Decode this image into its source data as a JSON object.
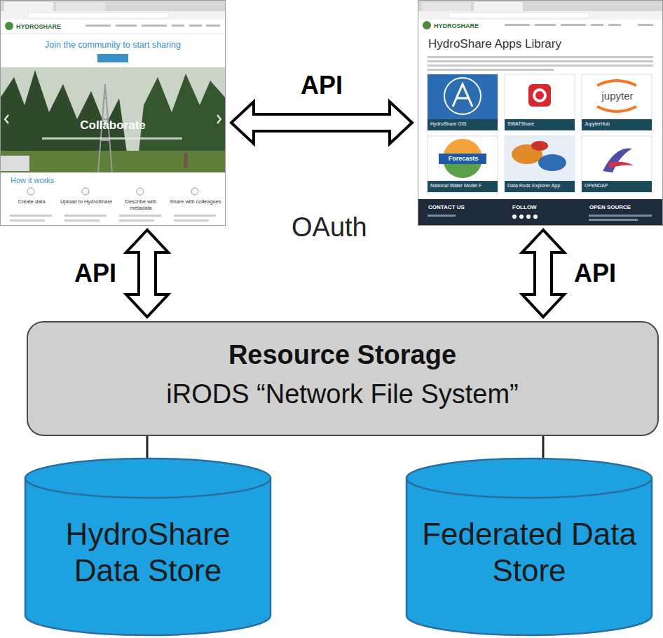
{
  "diagram": {
    "nodes": [
      {
        "text": [
          "HYDROSHARE",
          "Join the community to start sharing",
          "Collaborate",
          "How it works",
          "Create data",
          "Upload to HydroShare",
          "Describe with metadata",
          "Share with colleagues"
        ]
      },
      {
        "text": [
          "HYDROSHARE",
          "HydroShare Apps Library",
          "CONTACT US",
          "FOLLOW",
          "OPEN SOURCE"
        ]
      },
      {
        "text": [
          "HydroShare GIS"
        ],
        "in": 1
      },
      {
        "text": [
          "SWATShare"
        ],
        "in": 1
      },
      {
        "text": [
          "jupyter",
          "JupyterHub"
        ],
        "in": 1
      },
      {
        "text": [
          "Forecasts",
          "National Water Model F"
        ],
        "in": 1
      },
      {
        "text": [
          "Data Rods Explorer App"
        ],
        "in": 1
      },
      {
        "text": [
          "OPeNDAP"
        ],
        "in": 1
      },
      {
        "text": [
          "Resource Storage",
          "iRODS “Network File System”"
        ]
      },
      {
        "text": [
          "HydroShare Data Store"
        ]
      },
      {
        "text": [
          "Federated Data Store"
        ]
      }
    ],
    "edges": [
      {
        "from": 0,
        "to": 1,
        "label": "API",
        "arrow": "both"
      },
      {
        "from": 0,
        "to": 8,
        "label": "API",
        "arrow": "both"
      },
      {
        "from": 1,
        "to": 8,
        "label": "API",
        "arrow": "both"
      },
      {
        "from": 8,
        "to": 9,
        "arrow": "none"
      },
      {
        "from": 8,
        "to": 10,
        "arrow": "none"
      }
    ],
    "labels": [
      "OAuth"
    ]
  }
}
